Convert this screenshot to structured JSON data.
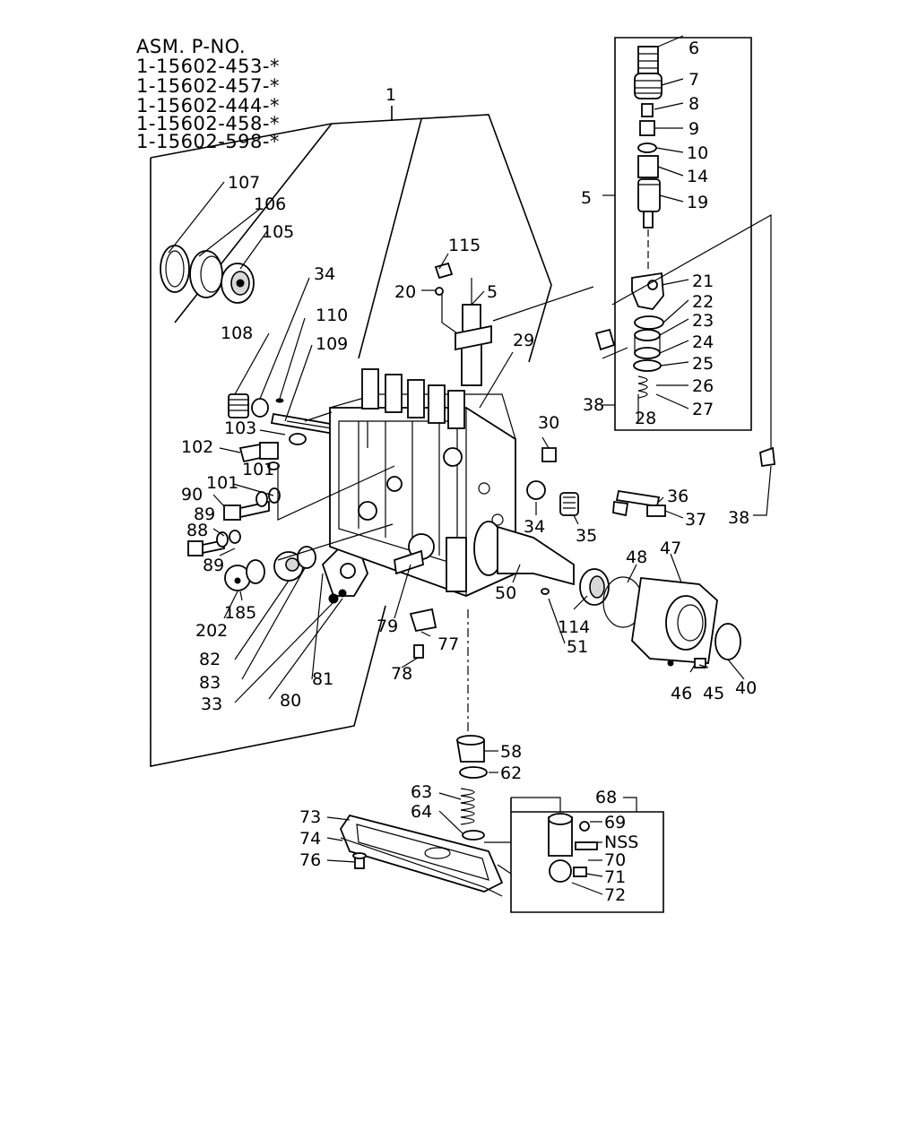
{
  "header": {
    "title": "ASM. P-NO.",
    "part_numbers": [
      "1-15602-453-*",
      "1-15602-457-*",
      "1-15602-444-*",
      "1-15602-458-*",
      "1-15602-598-*"
    ]
  },
  "callouts": [
    {
      "id": "c1",
      "label": "1"
    },
    {
      "id": "c6",
      "label": "6"
    },
    {
      "id": "c7",
      "label": "7"
    },
    {
      "id": "c8",
      "label": "8"
    },
    {
      "id": "c9",
      "label": "9"
    },
    {
      "id": "c10",
      "label": "10"
    },
    {
      "id": "c14",
      "label": "14"
    },
    {
      "id": "c19",
      "label": "19"
    },
    {
      "id": "c5a",
      "label": "5"
    },
    {
      "id": "c21",
      "label": "21"
    },
    {
      "id": "c22",
      "label": "22"
    },
    {
      "id": "c23",
      "label": "23"
    },
    {
      "id": "c24",
      "label": "24"
    },
    {
      "id": "c25",
      "label": "25"
    },
    {
      "id": "c26",
      "label": "26"
    },
    {
      "id": "c27",
      "label": "27"
    },
    {
      "id": "c28",
      "label": "28"
    },
    {
      "id": "c38a",
      "label": "38"
    },
    {
      "id": "c38b",
      "label": "38"
    },
    {
      "id": "c107",
      "label": "107"
    },
    {
      "id": "c106",
      "label": "106"
    },
    {
      "id": "c105",
      "label": "105"
    },
    {
      "id": "c115",
      "label": "115"
    },
    {
      "id": "c20",
      "label": "20"
    },
    {
      "id": "c5b",
      "label": "5"
    },
    {
      "id": "c34a",
      "label": "34"
    },
    {
      "id": "c110",
      "label": "110"
    },
    {
      "id": "c109",
      "label": "109"
    },
    {
      "id": "c108",
      "label": "108"
    },
    {
      "id": "c29",
      "label": "29"
    },
    {
      "id": "c103",
      "label": "103"
    },
    {
      "id": "c102",
      "label": "102"
    },
    {
      "id": "c30",
      "label": "30"
    },
    {
      "id": "c101a",
      "label": "101"
    },
    {
      "id": "c101b",
      "label": "101"
    },
    {
      "id": "c90",
      "label": "90"
    },
    {
      "id": "c89a",
      "label": "89"
    },
    {
      "id": "c88",
      "label": "88"
    },
    {
      "id": "c89b",
      "label": "89"
    },
    {
      "id": "c36",
      "label": "36"
    },
    {
      "id": "c37",
      "label": "37"
    },
    {
      "id": "c34b",
      "label": "34"
    },
    {
      "id": "c35",
      "label": "35"
    },
    {
      "id": "c48",
      "label": "48"
    },
    {
      "id": "c47",
      "label": "47"
    },
    {
      "id": "c50",
      "label": "50"
    },
    {
      "id": "c202",
      "label": "202"
    },
    {
      "id": "c185",
      "label": "185"
    },
    {
      "id": "c79",
      "label": "79"
    },
    {
      "id": "c77",
      "label": "77"
    },
    {
      "id": "c114",
      "label": "114"
    },
    {
      "id": "c51",
      "label": "51"
    },
    {
      "id": "c82",
      "label": "82"
    },
    {
      "id": "c83",
      "label": "83"
    },
    {
      "id": "c81",
      "label": "81"
    },
    {
      "id": "c78",
      "label": "78"
    },
    {
      "id": "c46",
      "label": "46"
    },
    {
      "id": "c45",
      "label": "45"
    },
    {
      "id": "c40",
      "label": "40"
    },
    {
      "id": "c33",
      "label": "33"
    },
    {
      "id": "c80",
      "label": "80"
    },
    {
      "id": "c58",
      "label": "58"
    },
    {
      "id": "c62",
      "label": "62"
    },
    {
      "id": "c63",
      "label": "63"
    },
    {
      "id": "c68",
      "label": "68"
    },
    {
      "id": "c64",
      "label": "64"
    },
    {
      "id": "c69",
      "label": "69"
    },
    {
      "id": "c73",
      "label": "73"
    },
    {
      "id": "cNSS",
      "label": "NSS"
    },
    {
      "id": "c74",
      "label": "74"
    },
    {
      "id": "c70",
      "label": "70"
    },
    {
      "id": "c76",
      "label": "76"
    },
    {
      "id": "c71",
      "label": "71"
    },
    {
      "id": "c72",
      "label": "72"
    }
  ]
}
